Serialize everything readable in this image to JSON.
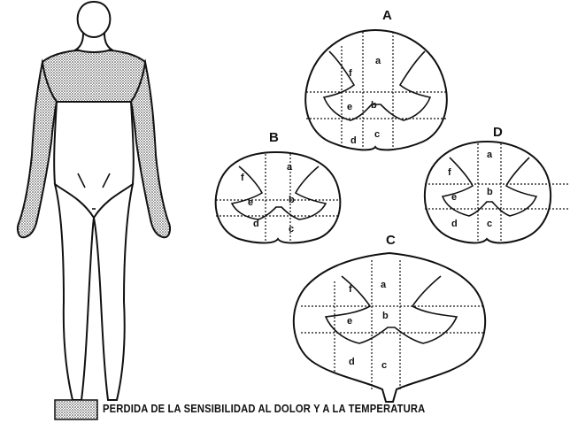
{
  "sections": [
    {
      "id": "A",
      "title": "A",
      "labels": {
        "a": "a",
        "b": "b",
        "c": "c",
        "d": "d",
        "e": "e",
        "f": "f"
      }
    },
    {
      "id": "B",
      "title": "B",
      "labels": {
        "a": "a",
        "b": "b",
        "c": "c",
        "d": "d",
        "e": "e",
        "f": "f"
      }
    },
    {
      "id": "C",
      "title": "C",
      "labels": {
        "a": "a",
        "b": "b",
        "c": "c",
        "d": "d",
        "e": "e",
        "f": "f"
      }
    },
    {
      "id": "D",
      "title": "D",
      "labels": {
        "a": "a",
        "b": "b",
        "c": "c",
        "d": "d",
        "e": "e",
        "f": "f"
      }
    }
  ],
  "legend": {
    "text": "PERDIDA DE LA SENSIBILIDAD AL DOLOR Y A LA TEMPERATURA",
    "swatch_pattern": "dotted-stipple"
  },
  "colors": {
    "ink": "#111111",
    "background": "#ffffff"
  }
}
